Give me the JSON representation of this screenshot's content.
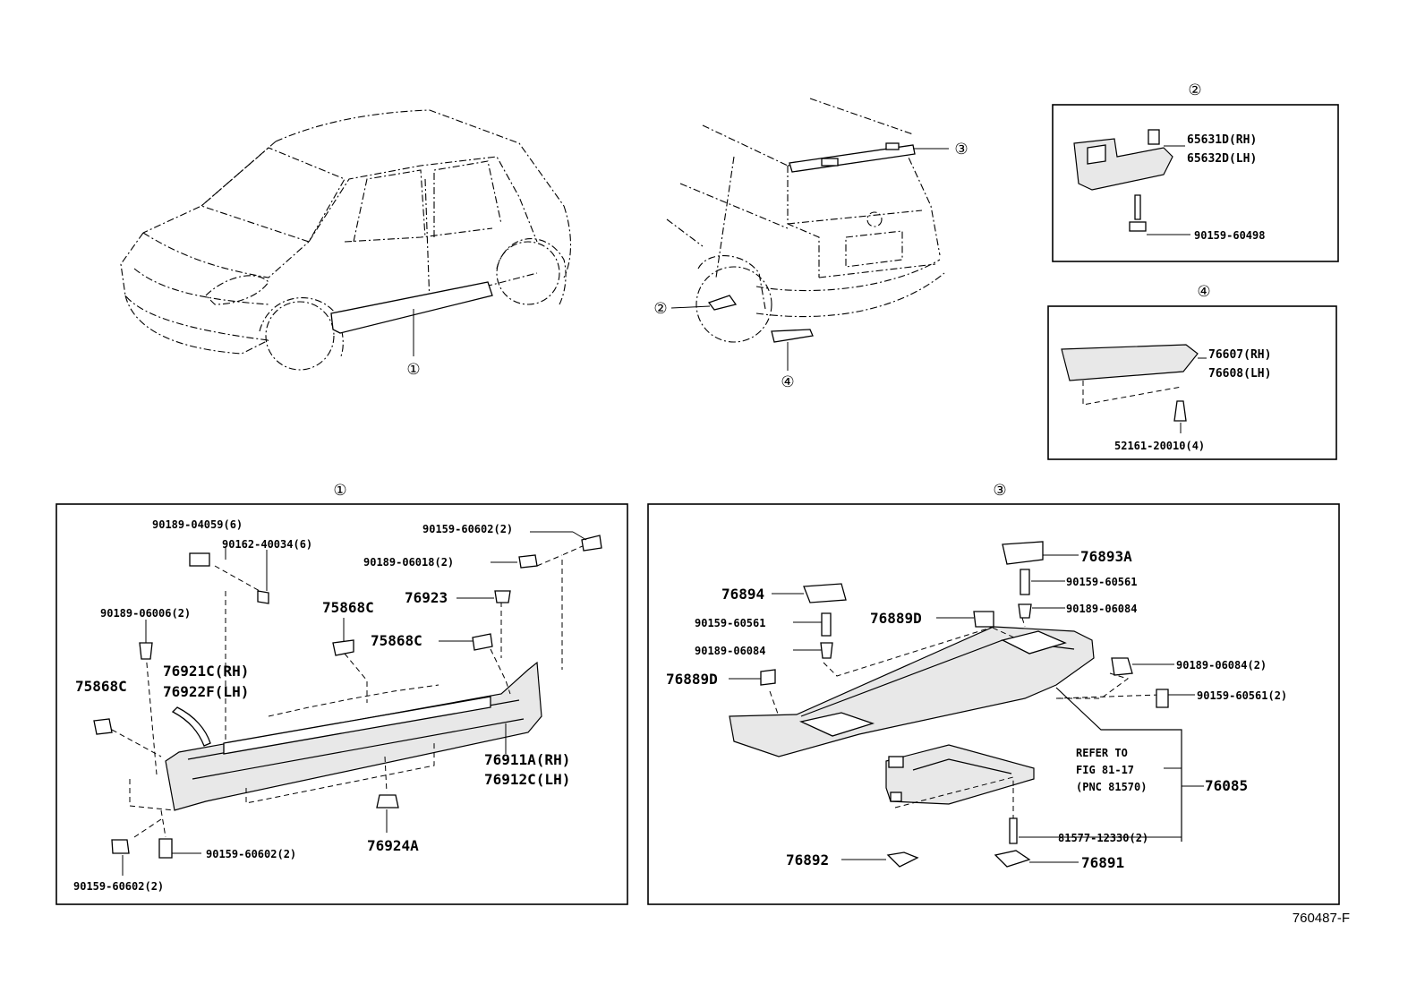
{
  "diagram_id": "760487-F",
  "callout_marks": {
    "c1": "①",
    "c2": "②",
    "c3": "③",
    "c4": "④"
  },
  "box2": {
    "parts": [
      "65631D(RH)",
      "65632D(LH)",
      "90159-60498"
    ]
  },
  "box4": {
    "parts": [
      "76607(RH)",
      "76608(LH)",
      "52161-20010(4)"
    ]
  },
  "box1": {
    "parts": {
      "p1": "90189-04059(6)",
      "p2": "90162-40034(6)",
      "p3": "90159-60602(2)",
      "p4": "90189-06018(2)",
      "p5": "76923",
      "p6": "90189-06006(2)",
      "p7": "75868C",
      "p8": "75868C",
      "p9": "76921C(RH)",
      "p10": "76922F(LH)",
      "p11": "75868C",
      "p12": "76911A(RH)",
      "p13": "76912C(LH)",
      "p14": "76924A",
      "p15": "90159-60602(2)",
      "p16": "90159-60602(2)"
    }
  },
  "box3": {
    "parts": {
      "p1": "76893A",
      "p2": "90159-60561",
      "p3": "90189-06084",
      "p4": "76894",
      "p5": "90159-60561",
      "p6": "90189-06084",
      "p7": "76889D",
      "p8": "76889D",
      "p9": "90189-06084(2)",
      "p10": "90159-60561(2)",
      "p11": "76085",
      "p12": "81577-12330(2)",
      "p13": "76892",
      "p14": "76891"
    },
    "refer": [
      "REFER TO",
      "FIG 81-17",
      "(PNC 81570)"
    ]
  }
}
